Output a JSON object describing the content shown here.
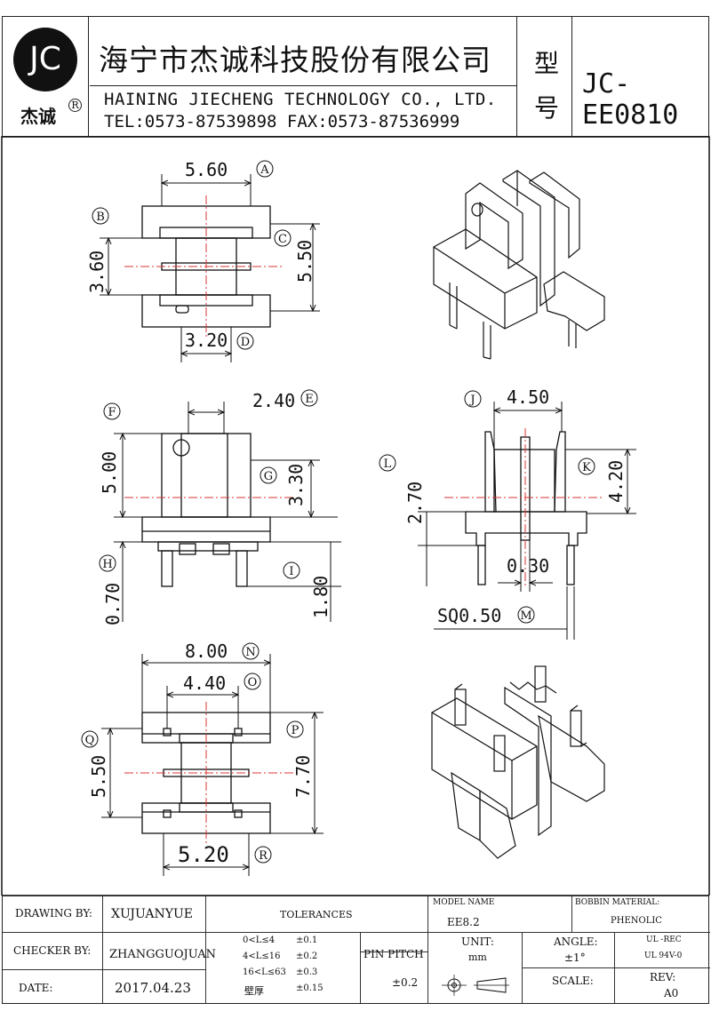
{
  "header": {
    "logo_text": "JC",
    "logo_subtitle": "杰诚",
    "registered_mark": "R",
    "company_cn": "海宁市杰诚科技股份有限公司",
    "company_en": "HAINING JIECHENG TECHNOLOGY CO., LTD.",
    "contact": "TEL:0573-87539898  FAX:0573-87536999",
    "type_label": "型号",
    "part_number": "JC-EE0810"
  },
  "dimensions": {
    "A": {
      "letter": "A",
      "value": "5.60"
    },
    "B": {
      "letter": "B",
      "value": "3.60"
    },
    "C": {
      "letter": "C",
      "value": "5.50"
    },
    "D": {
      "letter": "D",
      "value": "3.20"
    },
    "E": {
      "letter": "E",
      "value": "2.40"
    },
    "F": {
      "letter": "F",
      "value": "5.00"
    },
    "G": {
      "letter": "G",
      "value": "3.30"
    },
    "H": {
      "letter": "H",
      "value": "0.70"
    },
    "I": {
      "letter": "I",
      "value": "1.80"
    },
    "J": {
      "letter": "J",
      "value": "4.50"
    },
    "K": {
      "letter": "K",
      "value": "4.20"
    },
    "L": {
      "letter": "L",
      "value": "2.70"
    },
    "M": {
      "letter": "M",
      "value": "SQ0.50"
    },
    "N": {
      "letter": "N",
      "value": "8.00"
    },
    "O": {
      "letter": "O",
      "value": "4.40"
    },
    "P": {
      "letter": "P",
      "value": "7.70"
    },
    "Q": {
      "letter": "Q",
      "value": "5.50"
    },
    "R": {
      "letter": "R",
      "value": "5.20"
    },
    "slot": {
      "value": "0.30"
    }
  },
  "title_block": {
    "drawing_by_label": "DRAWING  BY:",
    "drawing_by": "XUJUANYUE",
    "checker_by_label": "CHECKER  BY:",
    "checker_by": "ZHANGGUOJUAN",
    "date_label": "DATE:",
    "date": "2017.04.23",
    "tolerances_label": "TOLERANCES",
    "tol_rows": [
      {
        "range": "0<L≤4",
        "tol": "±0.1"
      },
      {
        "range": "4<L≤16",
        "tol": "±0.2"
      },
      {
        "range": "16<L≤63",
        "tol": "±0.3"
      },
      {
        "range": "壁厚",
        "tol": "±0.15"
      }
    ],
    "pin_pitch_label": "PIN PITCH",
    "pin_pitch": "±0.2",
    "model_name_label": "MODEL NAME",
    "model_name": "EE8.2",
    "bobbin_material_label": "BOBBIN MATERIAL:",
    "bobbin_material": "PHENOLIC",
    "unit_label": "UNIT:",
    "unit": "mm",
    "angle_label": "ANGLE:",
    "angle": "±1°",
    "ul_1": "UL -REC",
    "ul_2": "UL  94V-0",
    "scale_label": "SCALE:",
    "rev_label": "REV:",
    "rev": "A0"
  }
}
